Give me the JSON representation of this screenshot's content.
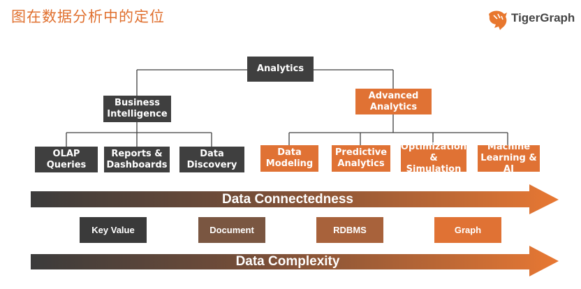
{
  "header": {
    "title": "图在数据分析中的定位"
  },
  "logo": {
    "name": "TigerGraph"
  },
  "tree": {
    "root": "Analytics",
    "bi": "Business\nIntelligence",
    "aa": "Advanced\nAnalytics",
    "bi_children": [
      "OLAP\nQueries",
      "Reports &\nDashboards",
      "Data\nDiscovery"
    ],
    "aa_children": [
      "Data\nModeling",
      "Predictive\nAnalytics",
      "Optimization\n& Simulation",
      "Machine\nLearning & AI"
    ]
  },
  "arrows": {
    "connectedness": "Data Connectedness",
    "complexity": "Data Complexity"
  },
  "databases": [
    "Key Value",
    "Document",
    "RDBMS",
    "Graph"
  ],
  "colors": {
    "accent": "#e07234",
    "dark": "#3f3f3f",
    "title": "#e0702f"
  }
}
